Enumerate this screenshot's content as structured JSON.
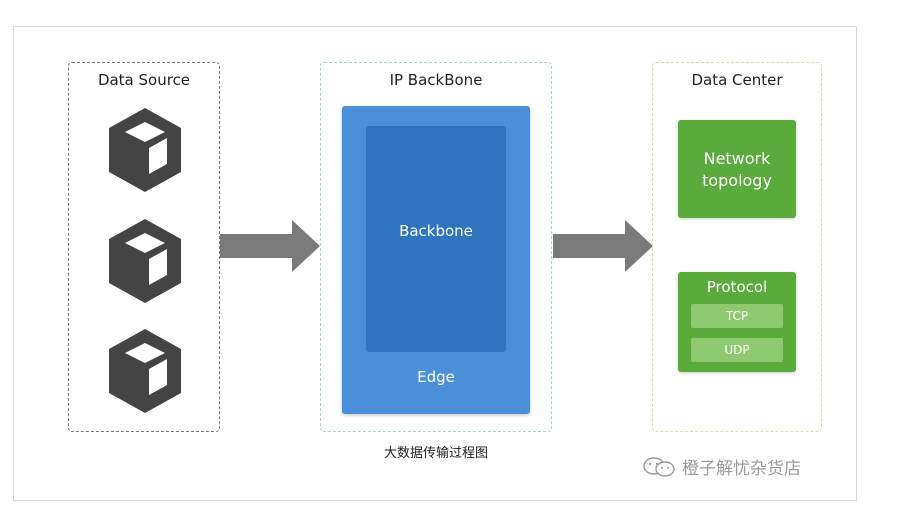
{
  "groups": {
    "source": {
      "title": "Data Source"
    },
    "backbone": {
      "title": "IP BackBone"
    },
    "center": {
      "title": "Data Center"
    }
  },
  "backbone": {
    "inner_label": "Backbone",
    "outer_label": "Edge"
  },
  "data_center": {
    "network_label": "Network\ntopology",
    "protocol_label": "Protocol",
    "protocols": [
      "TCP",
      "UDP"
    ]
  },
  "caption": "大数据传输过程图",
  "watermark": "橙子解忧杂货店",
  "icons": {
    "source_items": [
      "cube-icon",
      "cube-icon",
      "cube-icon"
    ],
    "arrows": [
      "arrow-right-icon",
      "arrow-right-icon"
    ],
    "watermark_icon": "wechat-icon"
  },
  "colors": {
    "cube": "#444444",
    "arrow": "#7a7a7a",
    "backbone_outer": "#4a90d9",
    "backbone_inner": "#2e74bf",
    "green": "#5aaa3c",
    "green_pill": "#8dc96f"
  }
}
